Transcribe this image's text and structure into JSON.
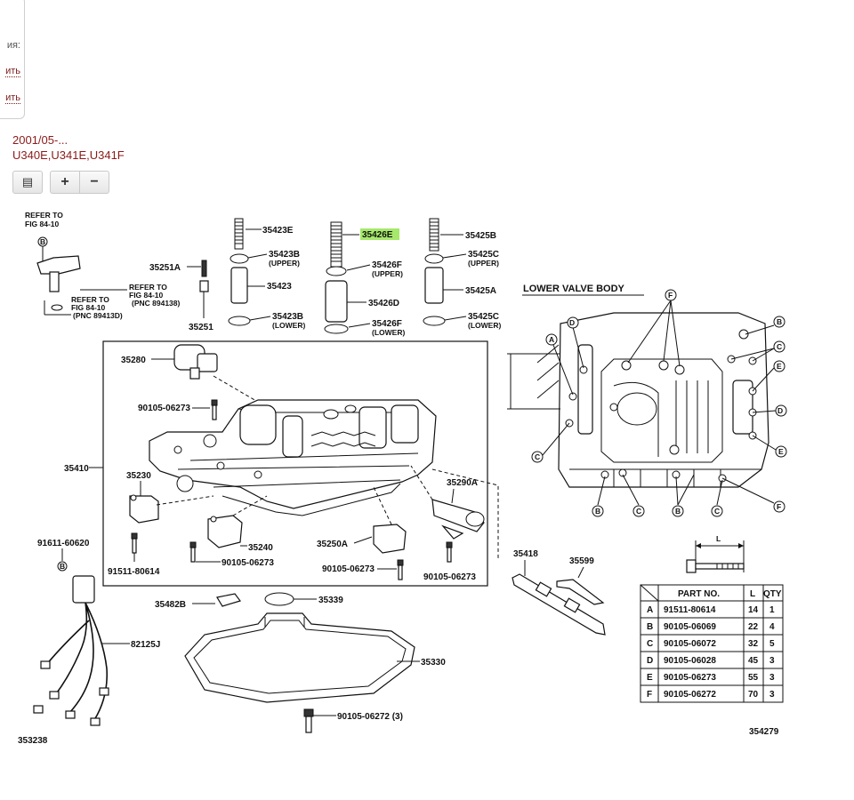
{
  "side": {
    "label": "ия:",
    "link1": "ить",
    "link2": "ить"
  },
  "meta": {
    "date": "2001/05-...",
    "models": "U340E,U341E,U341F"
  },
  "toolbar": {
    "list_label": "▤",
    "plus_label": "+",
    "minus_label": "−"
  },
  "diagram": {
    "highlight_color": "#a6e86b",
    "refer_top": [
      "REFER TO",
      "FIG 84-10"
    ],
    "refer_mid": [
      "REFER TO",
      "FIG 84-10",
      "(PNC 894138)"
    ],
    "refer_low": [
      "REFER TO",
      "FIG 84-10",
      "(PNC 89413D)"
    ],
    "callouts": {
      "p35423E": "35423E",
      "p35426E": "35426E",
      "p35425B": "35425B",
      "p35251A": "35251A",
      "p35423B": "35423B",
      "upper": "(UPPER)",
      "p35426F": "35426F",
      "p35425C": "35425C",
      "p35423": "35423",
      "p35426D": "35426D",
      "p35425A": "35425A",
      "lower": "(LOWER)",
      "p35251": "35251",
      "p35280": "35280",
      "p90105_06273": "90105-06273",
      "p35410": "35410",
      "p35230": "35230",
      "p35290A": "35290A",
      "p35240": "35240",
      "p35250A": "35250A",
      "p91611_60620": "91611-60620",
      "p91511_80614": "91511-80614",
      "p35418": "35418",
      "p35599": "35599",
      "p35482B": "35482B",
      "p35339": "35339",
      "p82125J": "82125J",
      "p35330": "35330",
      "p90105_06272_3": "90105-06272 (3)",
      "fig_left": "353238",
      "fig_right": "354279"
    },
    "lower_valve_body": "LOWER VALVE BODY",
    "letters": {
      "A": "A",
      "B": "B",
      "C": "C",
      "D": "D",
      "E": "E",
      "F": "F"
    },
    "dim_label": "L"
  },
  "parts_table": {
    "headers": [
      "PART NO.",
      "L",
      "QTY"
    ],
    "rows": [
      {
        "key": "A",
        "part": "91511-80614",
        "l": "14",
        "qty": "1"
      },
      {
        "key": "B",
        "part": "90105-06069",
        "l": "22",
        "qty": "4"
      },
      {
        "key": "C",
        "part": "90105-06072",
        "l": "32",
        "qty": "5"
      },
      {
        "key": "D",
        "part": "90105-06028",
        "l": "45",
        "qty": "3"
      },
      {
        "key": "E",
        "part": "90105-06273",
        "l": "55",
        "qty": "3"
      },
      {
        "key": "F",
        "part": "90105-06272",
        "l": "70",
        "qty": "3"
      }
    ]
  }
}
